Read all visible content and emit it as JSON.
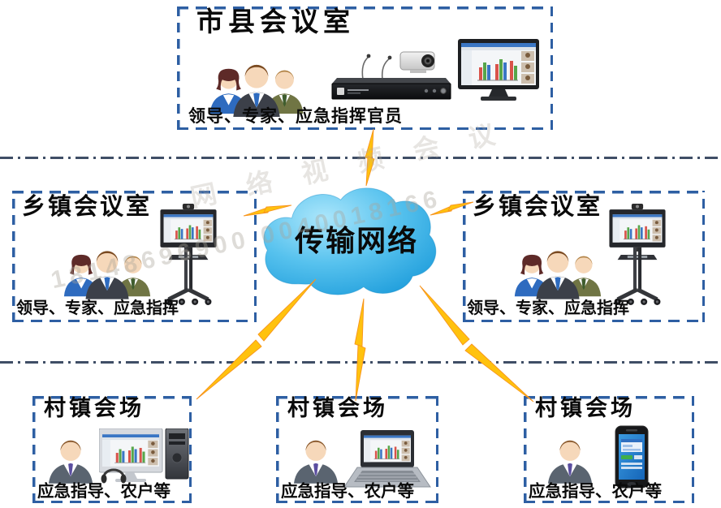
{
  "cloud": {
    "label": "传输网络"
  },
  "boxes": {
    "city": {
      "title": "市县会议室",
      "caption": "领导、专家、应急指挥官员"
    },
    "town_left": {
      "title": "乡镇会议室",
      "caption": "领导、专家、应急指挥"
    },
    "town_right": {
      "title": "乡镇会议室",
      "caption": "领导、专家、应急指挥"
    },
    "village_left": {
      "title": "村镇会场",
      "caption": "应急指导、农户等"
    },
    "village_mid": {
      "title": "村镇会场",
      "caption": "应急指导、农户等"
    },
    "village_right": {
      "title": "村镇会场",
      "caption": "应急指导、农户等"
    }
  },
  "watermark": {
    "digits": "18148696900 0040018166",
    "cn": "网络视频会议"
  },
  "icons": {
    "people_group": "officials-group-icon",
    "person": "official-person-icon",
    "codec": "video-codec-with-camera-icon",
    "monitor": "conference-monitor-icon",
    "tv_cart": "tv-on-cart-icon",
    "desktop": "desktop-pc-icon",
    "laptop": "laptop-icon",
    "phone": "smartphone-icon",
    "bolt": "lightning-link-icon"
  },
  "colors": {
    "box_border": "#2e5fa3",
    "divider": "#3f4e66",
    "bolt_fill": "#ffc20e",
    "bolt_edge": "#f7941d",
    "cloud_light": "#abe6fb",
    "cloud_mid": "#57c2ee",
    "cloud_dark": "#0f93d6"
  }
}
